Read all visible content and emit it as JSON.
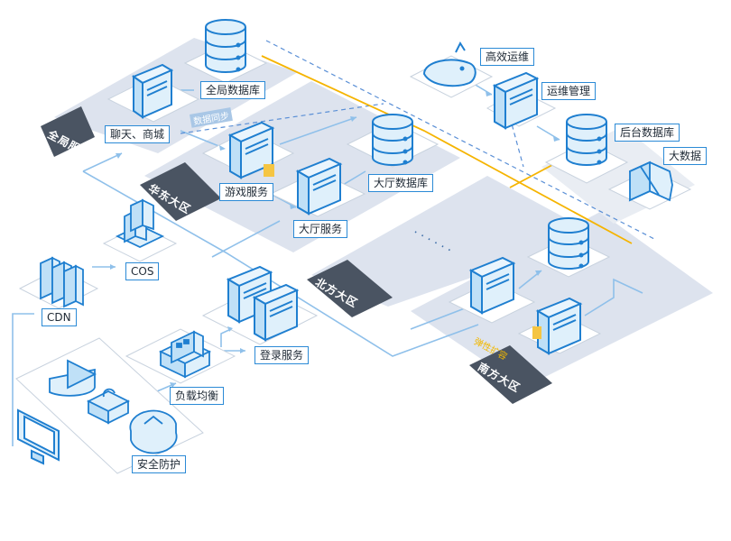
{
  "zones": {
    "global": "全局服",
    "east": "华东大区",
    "north": "北方大区",
    "south": "南方大区"
  },
  "labels": {
    "global_db": "全局数据库",
    "chat_mall": "聊天、商城",
    "game_service": "游戏服务",
    "hall_db": "大厅数据库",
    "hall_service": "大厅服务",
    "efficient_ops": "高效运维",
    "ops_mgmt": "运维管理",
    "backend_db": "后台数据库",
    "big_data": "大数据",
    "cos": "COS",
    "cdn": "CDN",
    "login_service": "登录服务",
    "load_balance": "负载均衡",
    "security": "安全防护"
  },
  "tags": {
    "data_sync": "数据同步",
    "elastic_scale": "弹性扩容"
  },
  "ellipsis": "······",
  "colors": {
    "platform_fill": "#dde3ee",
    "plate_fill": "#ffffff",
    "device_fill": "#dff0fb",
    "device_stroke": "#1f7fd0",
    "connector": "#8fc0ea",
    "orange_link": "#f5b400",
    "zone_band": "#4a5462"
  }
}
